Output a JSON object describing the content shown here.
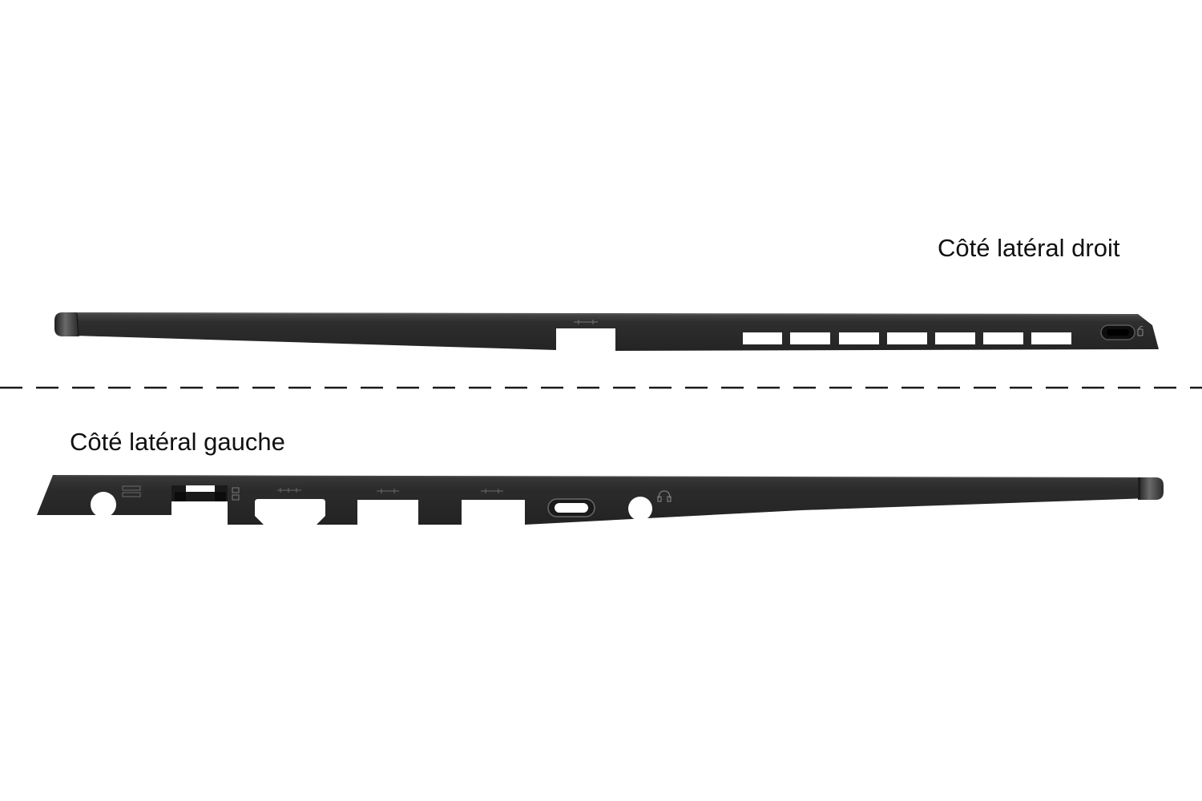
{
  "labels": {
    "right_side": "Côté latéral droit",
    "left_side": "Côté latéral gauche"
  },
  "colors": {
    "background": "#ffffff",
    "chassis": "#2b2b2b",
    "chassis_edge": "#3c3c3c",
    "chassis_highlight": "#585858",
    "divider": "#1a1a1a",
    "text": "#111111"
  },
  "icons": {
    "right_usb": "usb-ss-marking",
    "right_lock": "kensington-lock-icon",
    "left_dc": "dc-in-icon",
    "left_network": "ethernet-icon",
    "left_hdmi": "hdmi-marking",
    "left_usb": "usb-ss-marking",
    "left_audio": "headphone-icon"
  }
}
